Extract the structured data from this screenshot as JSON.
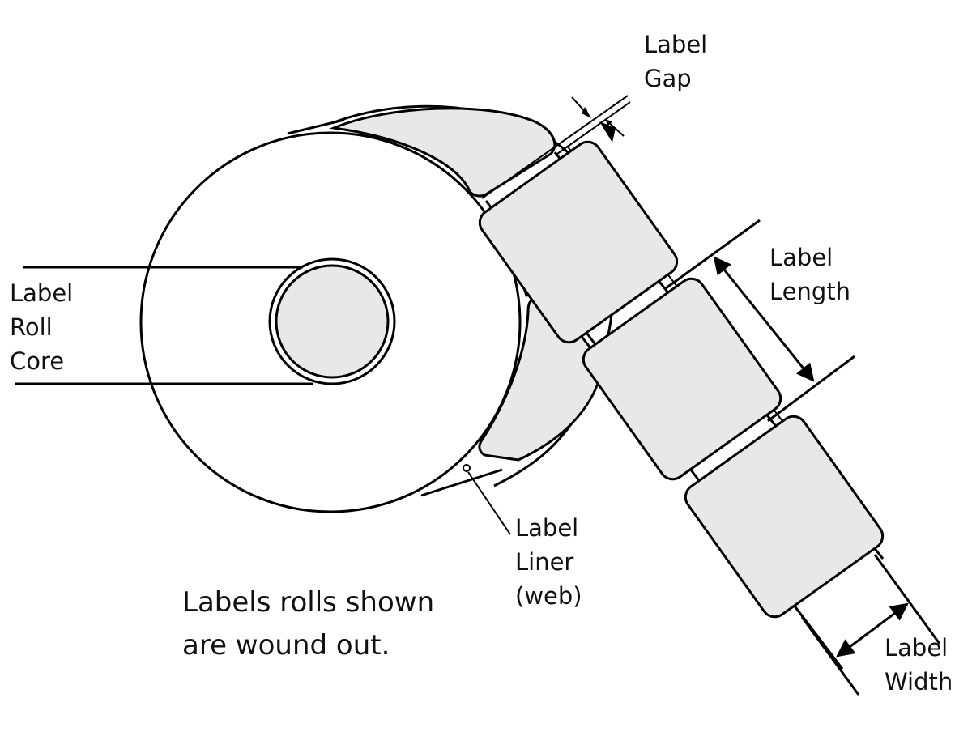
{
  "diagram": {
    "colors": {
      "line": "#000000",
      "label_fill": "#e8e8e8",
      "background": "#ffffff"
    },
    "callouts": {
      "label_gap": [
        "Label",
        "Gap"
      ],
      "label_length": [
        "Label",
        "Length"
      ],
      "label_width": [
        "Label",
        "Width"
      ],
      "label_roll_core": [
        "Label",
        "Roll",
        "Core"
      ],
      "label_liner": [
        "Label",
        "Liner",
        "(web)"
      ]
    },
    "note": [
      "Labels rolls shown",
      "are wound out."
    ]
  }
}
